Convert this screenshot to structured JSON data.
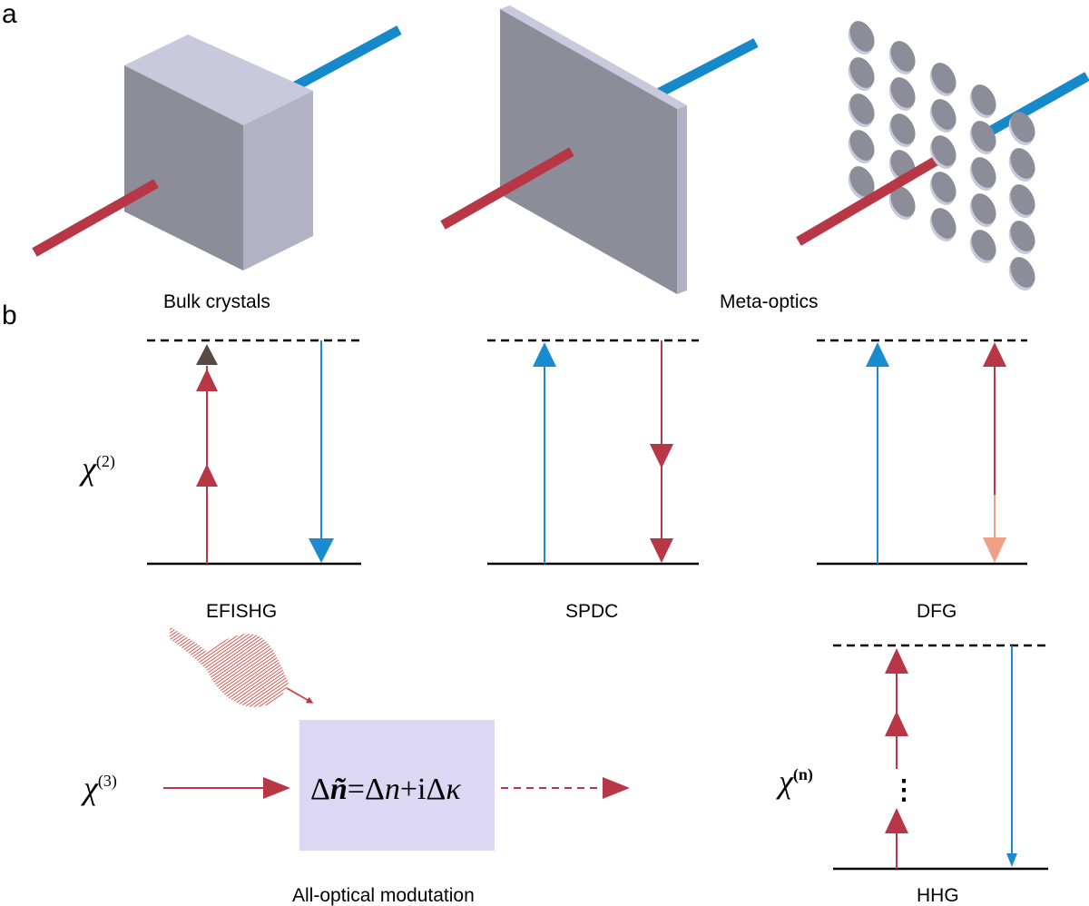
{
  "panel_labels": {
    "a": "a",
    "b": "b"
  },
  "captions": {
    "bulk": "Bulk crystals",
    "meta": "Meta-optics",
    "efishg": "EFISHG",
    "spdc": "SPDC",
    "dfg": "DFG",
    "hhg": "HHG",
    "modulation": "All-optical modutation"
  },
  "chi_labels": {
    "chi2": {
      "base": "χ",
      "sup": "(2)"
    },
    "chi3": {
      "base": "χ",
      "sup": "(3)"
    },
    "chin": {
      "base": "χ",
      "sup": "(n)"
    }
  },
  "formula": {
    "delta1": "Δ",
    "ntilde": "ñ",
    "rest": "=Δ",
    "n": "n",
    "plus": "+iΔ",
    "kappa": "κ"
  },
  "ellipsis": "⋮",
  "colors": {
    "red_beam": "#b83746",
    "blue_beam": "#1589c9",
    "pump_arrow": "#b83746",
    "signal_blue": "#1a8bd0",
    "idler_peach": "#f0a086",
    "dark_arrow": "#5a4a45",
    "crystal_front": "#8d8c99",
    "crystal_top": "#cac8dc",
    "crystal_side": "#b3b1c4",
    "modulator_box": "#dcd8f3"
  }
}
